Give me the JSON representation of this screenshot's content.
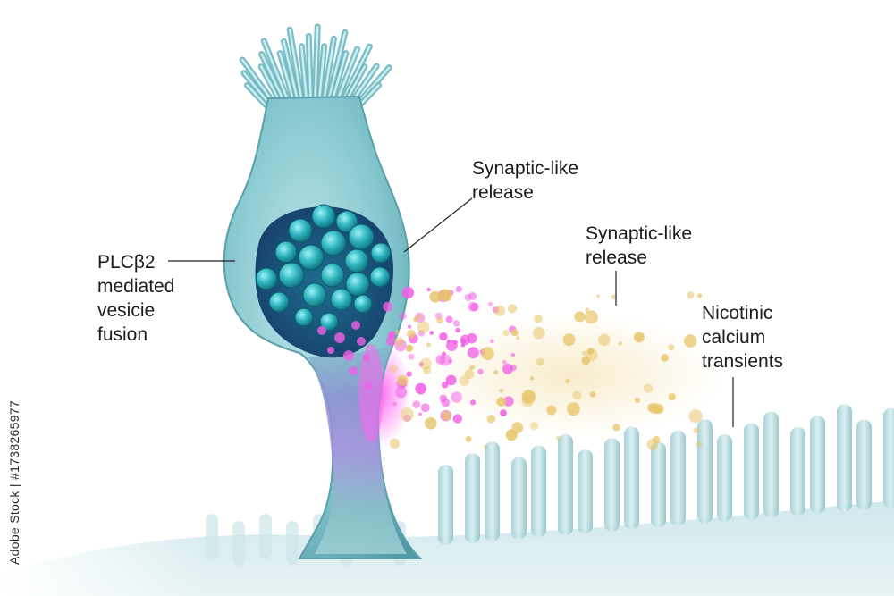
{
  "labels": {
    "plc": [
      "PLCβ2",
      "mediated",
      "vesicie",
      "fusion"
    ],
    "synaptic_1": [
      "Synaptic-like",
      "release"
    ],
    "synaptic_2": [
      "Synaptic-like",
      "release"
    ],
    "nicotinic": [
      "Nicotinic",
      "calcium",
      "transients"
    ]
  },
  "watermark": "Adobe Stock | #1738265977",
  "colors": {
    "cell_teal": "#7cc3cb",
    "vesicle_teal": "#27a9b4",
    "magenta_particles": "#f15fe6",
    "gold_particles": "#e8c56a"
  }
}
